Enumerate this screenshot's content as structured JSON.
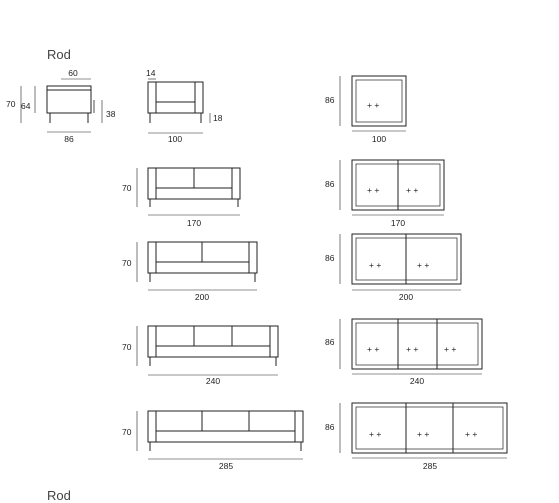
{
  "title": "Rod",
  "bottom_title": "Rod",
  "side_view": {
    "width": "86",
    "seat_depth": "60",
    "height": "70",
    "back_height": "64",
    "arm_height": "38"
  },
  "armchair_front": {
    "arm_width": "14",
    "width": "100",
    "seat_height": "18"
  },
  "front_heights": [
    "70",
    "70",
    "70",
    "70"
  ],
  "front_widths": [
    "170",
    "200",
    "240",
    "285"
  ],
  "top_depths": [
    "86",
    "86",
    "86",
    "86",
    "86"
  ],
  "top_widths": [
    "100",
    "170",
    "200",
    "240",
    "285"
  ],
  "cushion_mark": "+ +"
}
